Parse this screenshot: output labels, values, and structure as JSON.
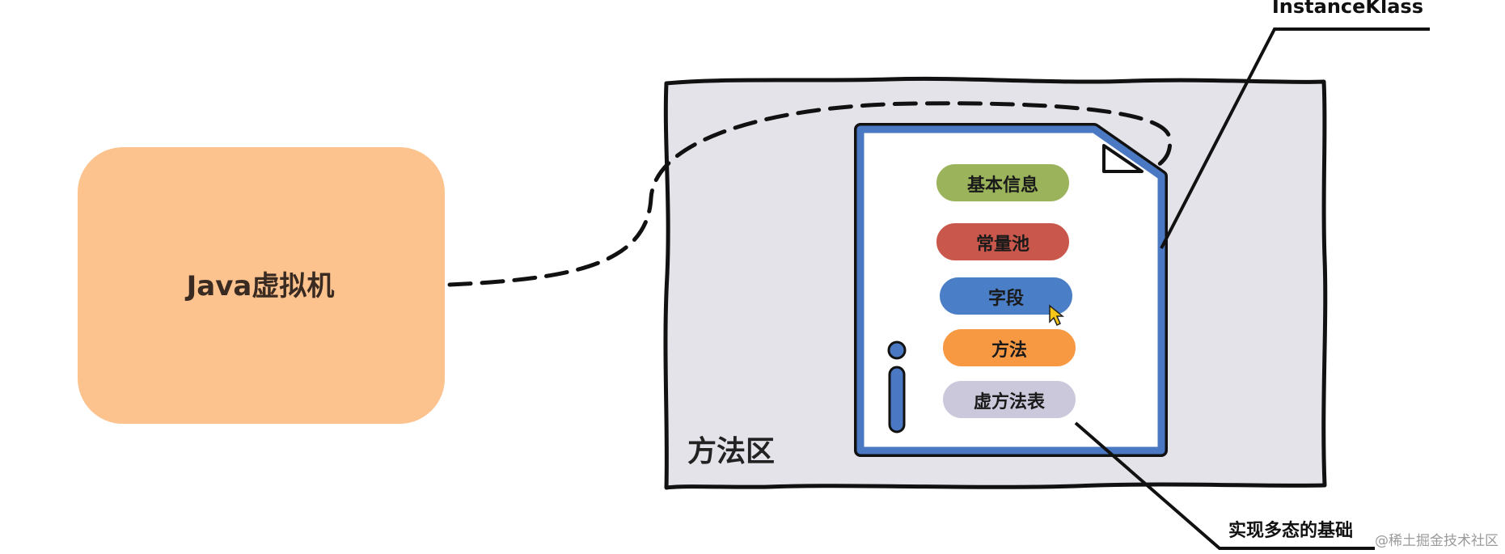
{
  "jvm_box": {
    "label": "Java虚拟机",
    "fill": "#fdc38e"
  },
  "method_area": {
    "label": "方法区",
    "fill": "#e5e3ea"
  },
  "instance_klass": {
    "callout_label": "InstanceKlass",
    "outline_color": "#4a78c2",
    "sections": [
      {
        "label": "基本信息",
        "color": "#9bb35a"
      },
      {
        "label": "常量池",
        "color": "#c9574b"
      },
      {
        "label": "字段",
        "color": "#4a7ec6"
      },
      {
        "label": "方法",
        "color": "#f79843"
      },
      {
        "label": "虚方法表",
        "color": "#ccc8dc"
      }
    ]
  },
  "vtable_callout": {
    "label": "实现多态的基础"
  },
  "watermark": "@稀土掘金技术社区"
}
